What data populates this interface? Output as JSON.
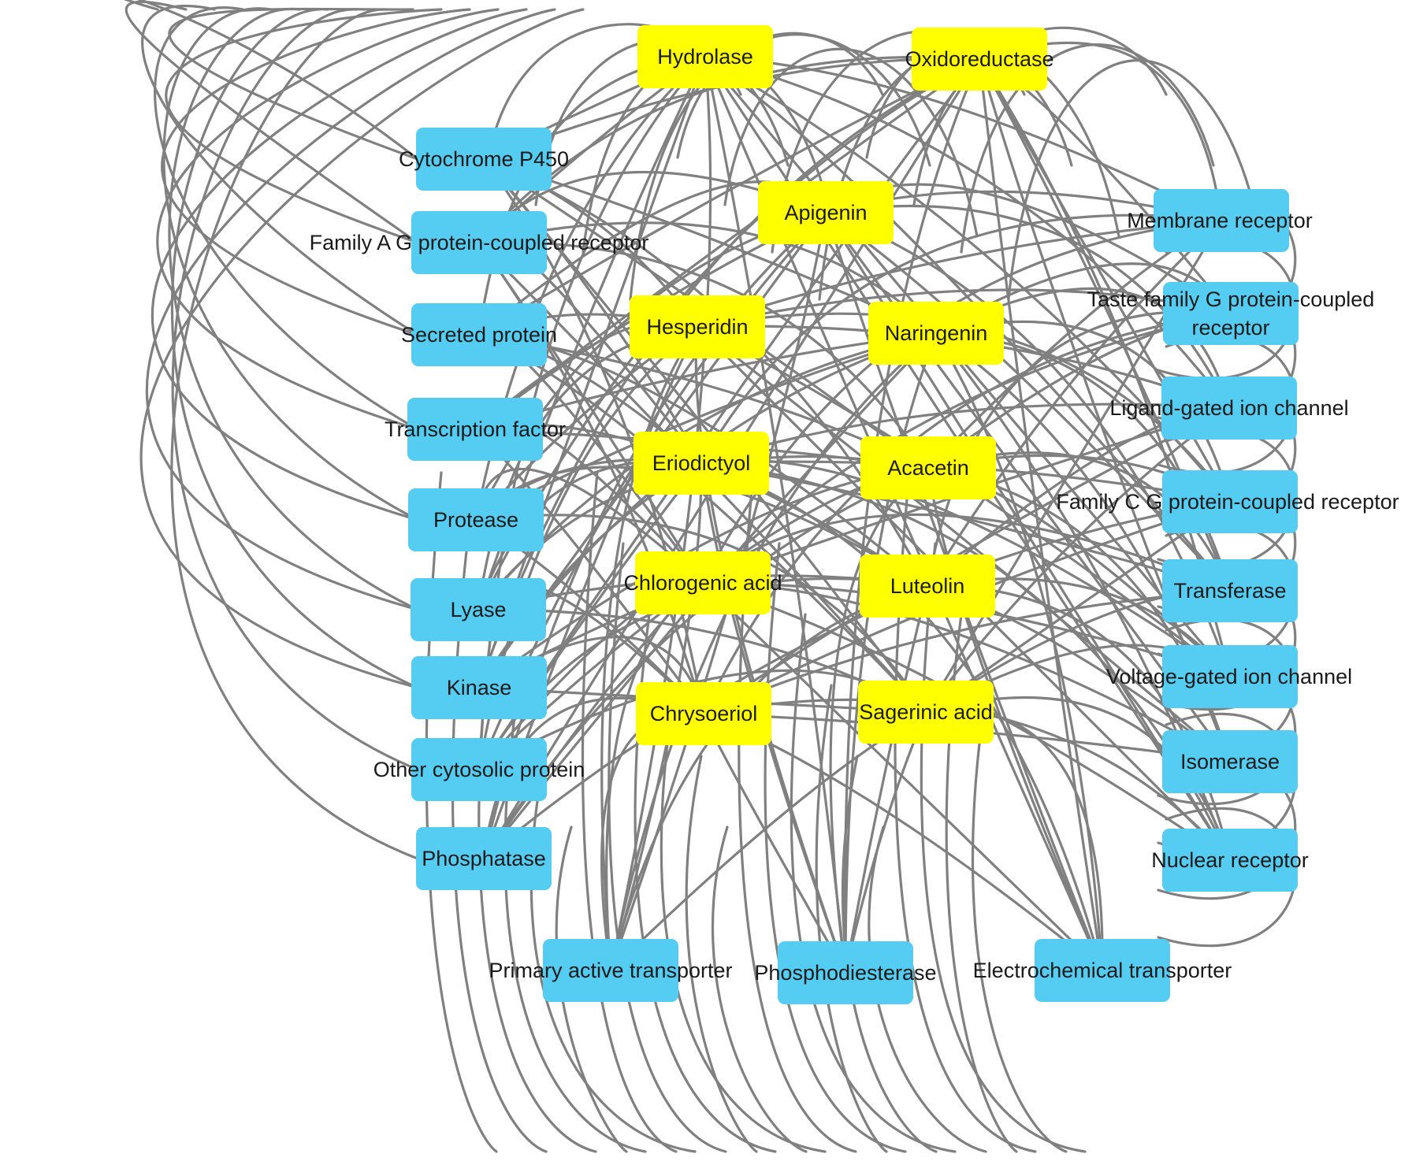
{
  "colors": {
    "compound": "#ffff00",
    "target": "#55ccf2",
    "edge": "#808080",
    "label": "#1a1a1a"
  },
  "compounds": [
    {
      "id": "hydrolase",
      "label": "Hydrolase"
    },
    {
      "id": "oxidoreductase",
      "label": "Oxidoreductase"
    },
    {
      "id": "apigenin",
      "label": "Apigenin"
    },
    {
      "id": "hesperidin",
      "label": "Hesperidin"
    },
    {
      "id": "naringenin",
      "label": "Naringenin"
    },
    {
      "id": "eriodictyol",
      "label": "Eriodictyol"
    },
    {
      "id": "acacetin",
      "label": "Acacetin"
    },
    {
      "id": "chlorogenic",
      "label": "Chlorogenic acid"
    },
    {
      "id": "luteolin",
      "label": "Luteolin"
    },
    {
      "id": "chrysoeriol",
      "label": "Chrysoeriol"
    },
    {
      "id": "sagerinic",
      "label": "Sagerinic acid"
    }
  ],
  "targets": [
    {
      "id": "cyp450",
      "label": "Cytochrome P450"
    },
    {
      "id": "gpcr_a",
      "label": "Family A G protein-coupled receptor"
    },
    {
      "id": "secreted",
      "label": "Secreted protein"
    },
    {
      "id": "tf",
      "label": "Transcription factor"
    },
    {
      "id": "protease",
      "label": "Protease"
    },
    {
      "id": "lyase",
      "label": "Lyase"
    },
    {
      "id": "kinase",
      "label": "Kinase"
    },
    {
      "id": "cytosolic",
      "label": "Other cytosolic protein"
    },
    {
      "id": "phosphatase",
      "label": "Phosphatase"
    },
    {
      "id": "primary",
      "label": "Primary active transporter"
    },
    {
      "id": "pde",
      "label": "Phosphodiesterase"
    },
    {
      "id": "electro",
      "label": "Electrochemical transporter"
    },
    {
      "id": "membrane",
      "label": "Membrane receptor"
    },
    {
      "id": "taste",
      "label": "Taste family G protein-coupled receptor"
    },
    {
      "id": "ligand",
      "label": "Ligand-gated ion channel"
    },
    {
      "id": "gpcr_c",
      "label": "Family C G protein-coupled receptor"
    },
    {
      "id": "transferase",
      "label": "Transferase"
    },
    {
      "id": "voltage",
      "label": "Voltage-gated ion channel"
    },
    {
      "id": "isomerase",
      "label": "Isomerase"
    },
    {
      "id": "nuclear",
      "label": "Nuclear receptor"
    }
  ]
}
